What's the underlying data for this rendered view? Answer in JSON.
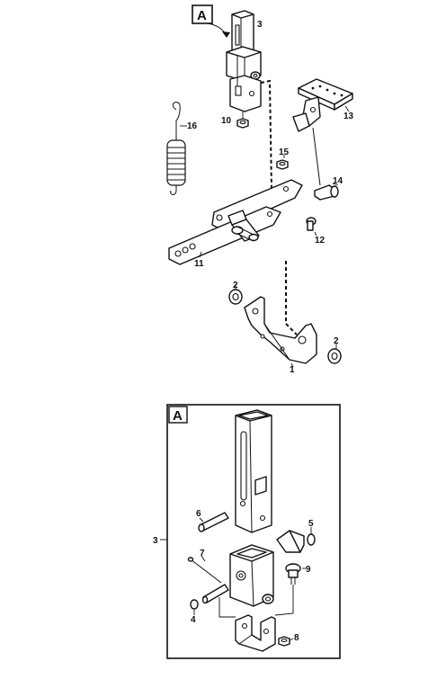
{
  "detail_box_label": "A",
  "callouts": {
    "c1": "1",
    "c2a": "2",
    "c2b": "2",
    "c3": "3",
    "c3b": "3",
    "c4": "4",
    "c5": "5",
    "c6": "6",
    "c7": "7",
    "c8": "8",
    "c9": "9",
    "c10": "10",
    "c11": "11",
    "c12": "12",
    "c13": "13",
    "c14": "14",
    "c15": "15",
    "c16": "16"
  }
}
